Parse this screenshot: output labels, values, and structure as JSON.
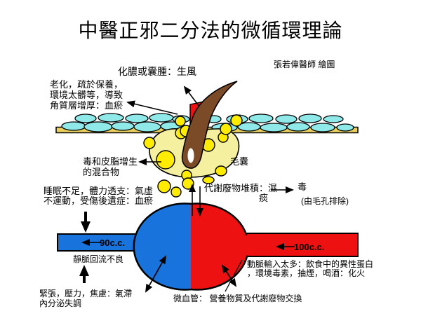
{
  "title": "中醫正邪二分法的微循環理論",
  "credit": "張若偉醫師 繪圖",
  "labels": {
    "pus": "化膿或囊腫：生風",
    "aging": "老化，疏於保養，\n環境太髒等，導致\n角質層增厚：血瘀",
    "mixture": "毒和皮脂增生\n的混合物",
    "follicle": "毛囊",
    "metabolic_line1": "代謝廢物堆積：濕",
    "metabolic_line2": "痰",
    "toxin": "毒",
    "pore_excretion": "(由毛孔排除)",
    "qi_deficiency": "睡眠不足，體力透支：氣虛\n不運動，受傷後遺症：血瘀",
    "vein_volume": "90c.c.",
    "vein_return": "靜脈回流不良",
    "stress": "緊張，壓力，焦慮：氣滯\n內分泌失調",
    "artery_volume": "100c.c.",
    "artery_input": "動脈輸入太多：飲食中的異性蛋白\n，環境毒素，抽煙，喝酒：化火",
    "capillary": "微血管： 營養物質及代謝廢物交換"
  },
  "colors": {
    "artery_red": "#ee1111",
    "vein_blue": "#1874dc",
    "corneum_cyan": "#8fe9e9",
    "skin_tan": "#e9cf5f",
    "follicle_cream": "#f5f0a0",
    "sebum_yellow": "#ffec00",
    "hair_brown": "#7b4a26",
    "outline_black": "#000000",
    "background": "#ffffff"
  }
}
